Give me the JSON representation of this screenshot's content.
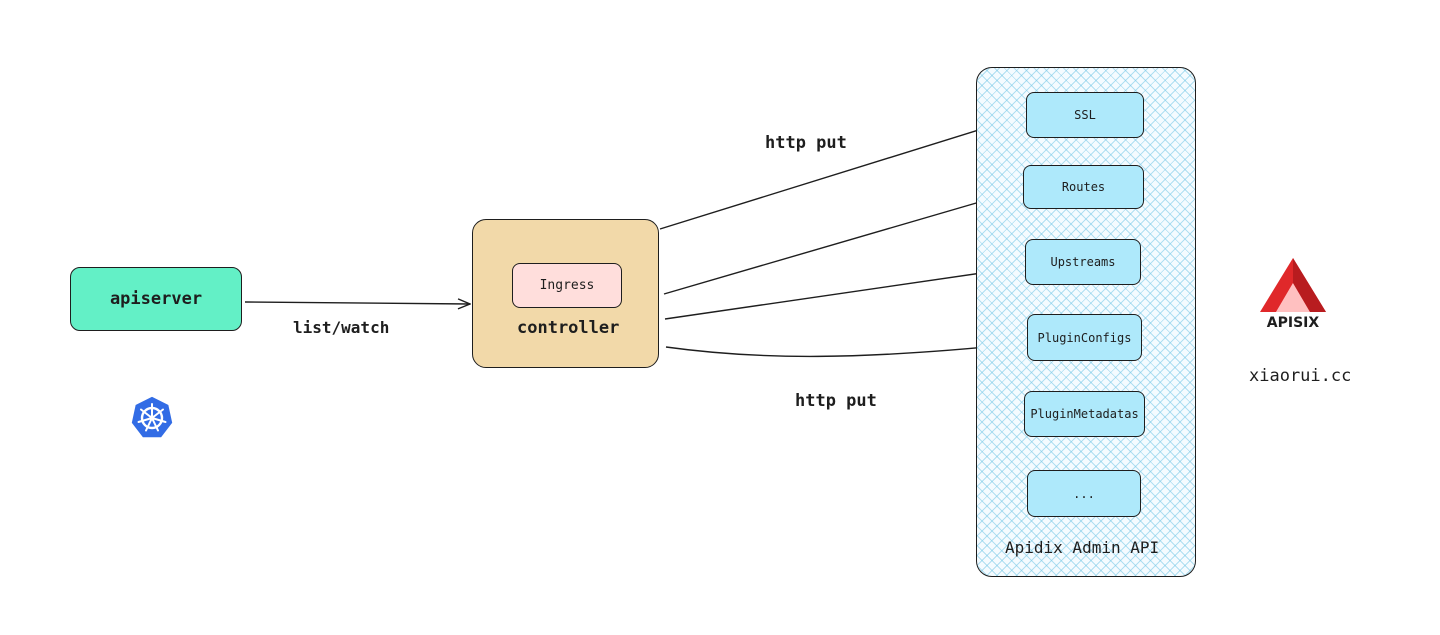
{
  "nodes": {
    "apiserver": "apiserver",
    "ingress": "Ingress",
    "controller": "controller"
  },
  "edges": {
    "list_watch": "list/watch",
    "http_put_top": "http put",
    "http_put_bottom": "http put"
  },
  "admin_api": {
    "title": "Apidix Admin API",
    "resources": [
      "SSL",
      "Routes",
      "Upstreams",
      "PluginConfigs",
      "PluginMetadatas",
      "..."
    ]
  },
  "brand": {
    "logo_text": "APISIX",
    "site": "xiaorui.cc",
    "colors": {
      "apisix_red": "#e0282a",
      "kubernetes_blue": "#326ce5"
    }
  },
  "colors": {
    "apiserver": "#63f0c6",
    "controller": "#f2d9a9",
    "ingress": "#ffdedc",
    "resource": "#aee9fb"
  }
}
